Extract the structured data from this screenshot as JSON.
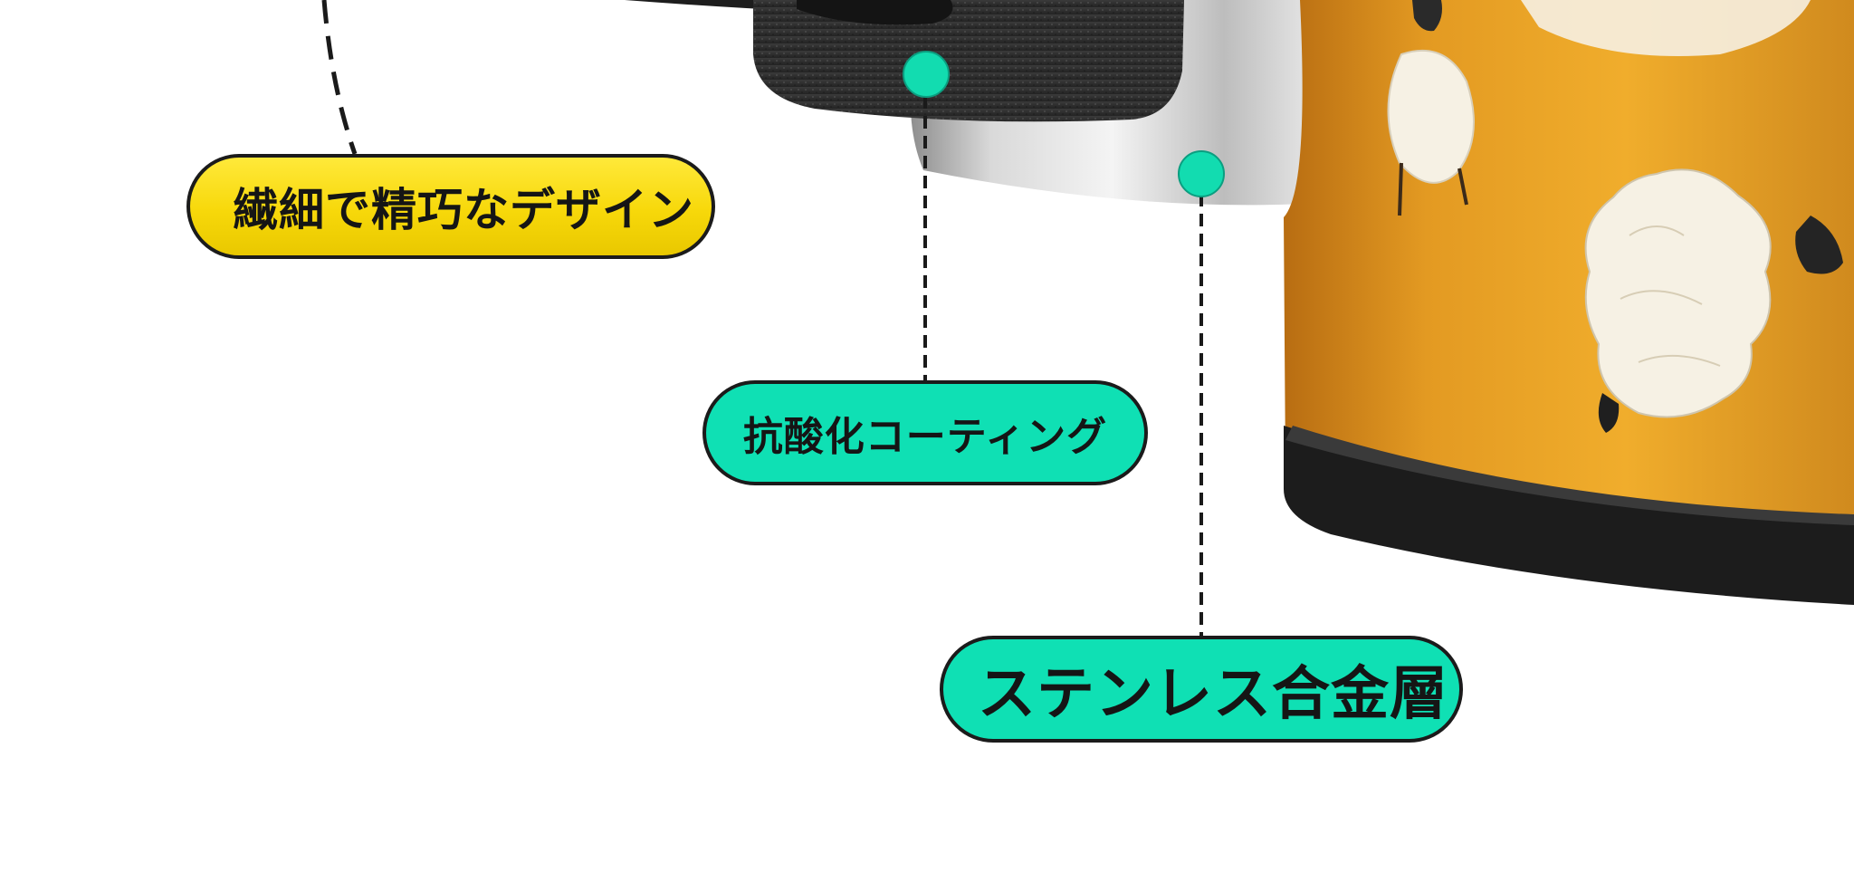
{
  "labels": {
    "design": "繊細で精巧なデザイン",
    "coating": "抗酸化コーティング",
    "layer": "ステンレス合金層"
  },
  "colors": {
    "callout_yellow": "#f7d80a",
    "callout_teal": "#0fe0b4",
    "marker_teal": "#12dcb0",
    "outline": "#1b1b1b",
    "body_orange": "#d9951f",
    "base_black": "#1c1c1c",
    "steel": "#c9c9c9"
  },
  "icons": [
    "sheep-illustration",
    "callout-dot-marker"
  ]
}
